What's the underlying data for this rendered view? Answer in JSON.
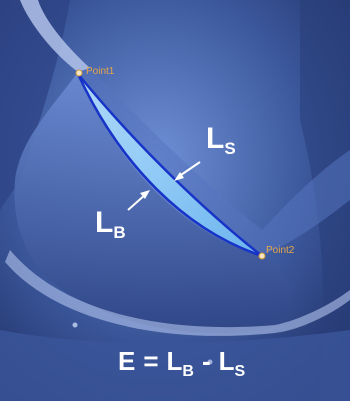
{
  "annotations": {
    "point1": "Point1",
    "point2": "Point2",
    "ls_main": "L",
    "ls_sub": "S",
    "lb_main": "L",
    "lb_sub": "B"
  },
  "equation": {
    "lhs": "E",
    "equals": "=",
    "term1_main": "L",
    "term1_sub": "B",
    "minus": "-",
    "term2_main": "L",
    "term2_sub": "S"
  },
  "colors": {
    "background": "#3d5a9e",
    "curve": "#1833c8",
    "highlight": "#8fd2ff",
    "text": "#ffffff",
    "point_label": "#e8a64a"
  }
}
